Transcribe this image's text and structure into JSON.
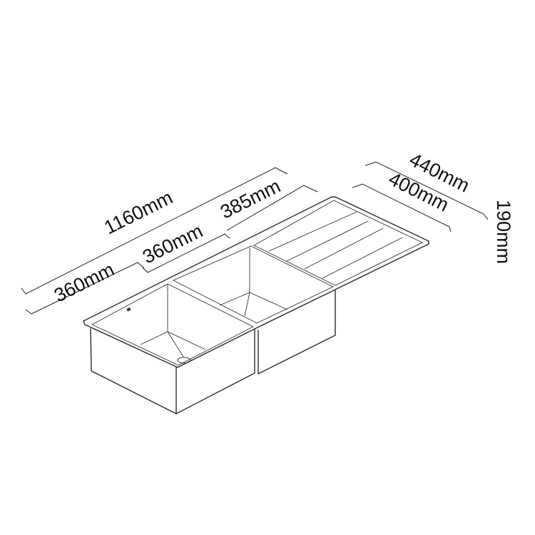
{
  "title": "Double bowl sink with drainer dimensions",
  "dimensions": {
    "overall_length": "1160mm",
    "bowl_left_width": "360mm",
    "bowl_right_width": "360mm",
    "drainer_width": "385mm",
    "overall_depth": "440mm",
    "bowl_depth_inner": "400mm",
    "bowl_height": "190mm"
  }
}
